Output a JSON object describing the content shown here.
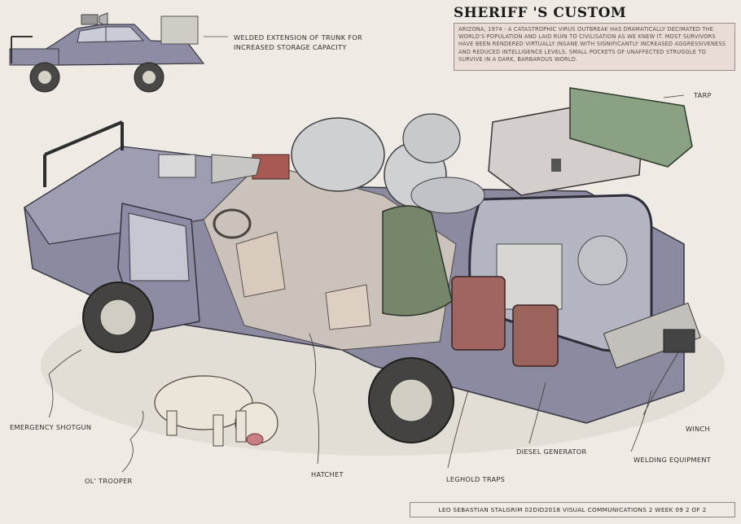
{
  "title": "SHERIFF 'S CUSTOM",
  "description": "ARIZONA, 1974 - A CATASTROPHIC VIRUS OUTBREAK HAS DRAMATICALLY DECIMATED THE WORLD'S POPULATION AND LAID RUIN TO CIVILISATION AS WE KNEW IT. MOST SURVIVORS HAVE BEEN RENDERED VIRTUALLY INSANE WITH SIGNIFICANTLY INCREASED AGGRESSIVENESS AND REDUCED INTELLIGENCE LEVELS. SMALL POCKETS OF UNAFFECTED STRUGGLE TO SURVIVE IN A DARK, BARBAROUS WORLD.",
  "labels": {
    "trunk_extension": "WELDED EXTENSION OF TRUNK FOR INCREASED STORAGE CAPACITY",
    "tarp": "TARP",
    "shotgun": "EMERGENCY SHOTGUN",
    "trooper": "OL' TROOPER",
    "hatchet": "HATCHET",
    "leghold_traps": "LEGHOLD TRAPS",
    "diesel_generator": "DIESEL GENERATOR",
    "welding": "WELDING EQUIPMENT",
    "winch": "WINCH"
  },
  "footer": "LEO SEBASTIAN STALGRIM 02DID2018 VISUAL COMMUNICATIONS 2 WEEK 09 2 OF 2",
  "colors": {
    "background": "#efebe4",
    "info_box": "#e9dcd6",
    "body_paint": "#8a8aa0",
    "pack_green": "#7a8a6e",
    "jerrycan": "#a0665e"
  }
}
